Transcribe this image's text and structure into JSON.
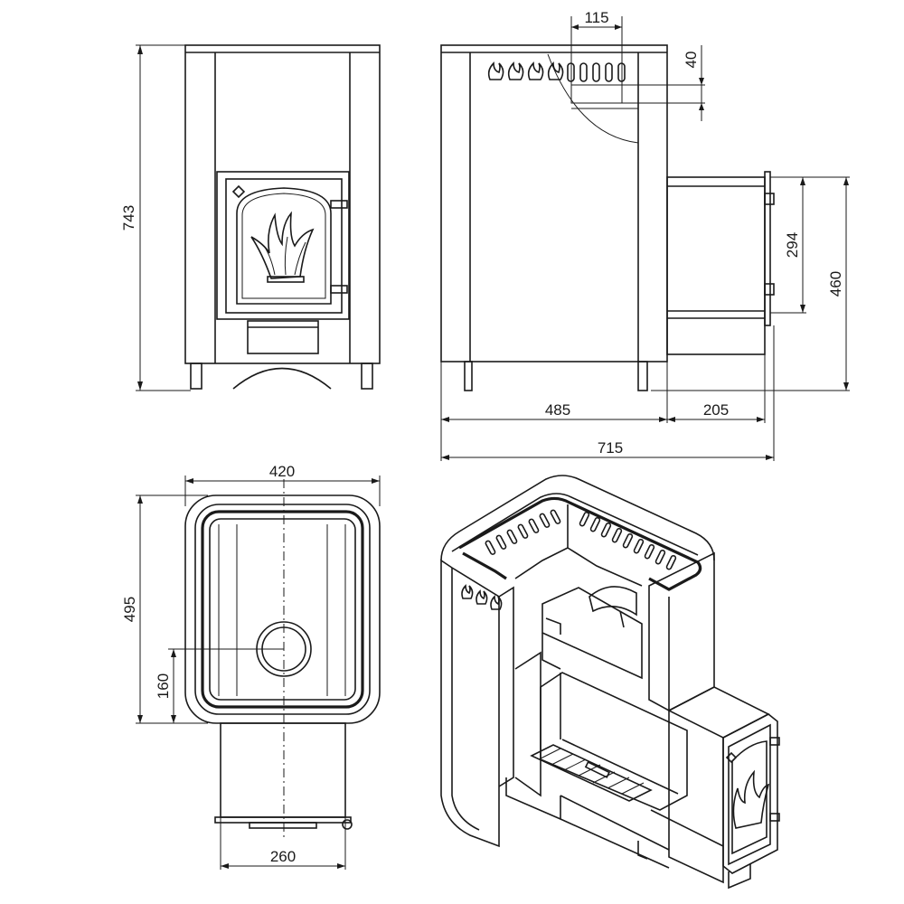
{
  "dimensions": {
    "front_height": "743",
    "side_top_opening_width": "115",
    "side_top_opening_depth": "40",
    "firebox_channel_height": "294",
    "firebox_channel_base_height": "460",
    "body_depth": "485",
    "channel_length": "205",
    "total_depth": "715",
    "plan_width": "420",
    "plan_depth": "495",
    "plan_offset": "160",
    "channel_width": "260"
  },
  "colors": {
    "line": "#1a1a1a",
    "background": "#ffffff"
  }
}
